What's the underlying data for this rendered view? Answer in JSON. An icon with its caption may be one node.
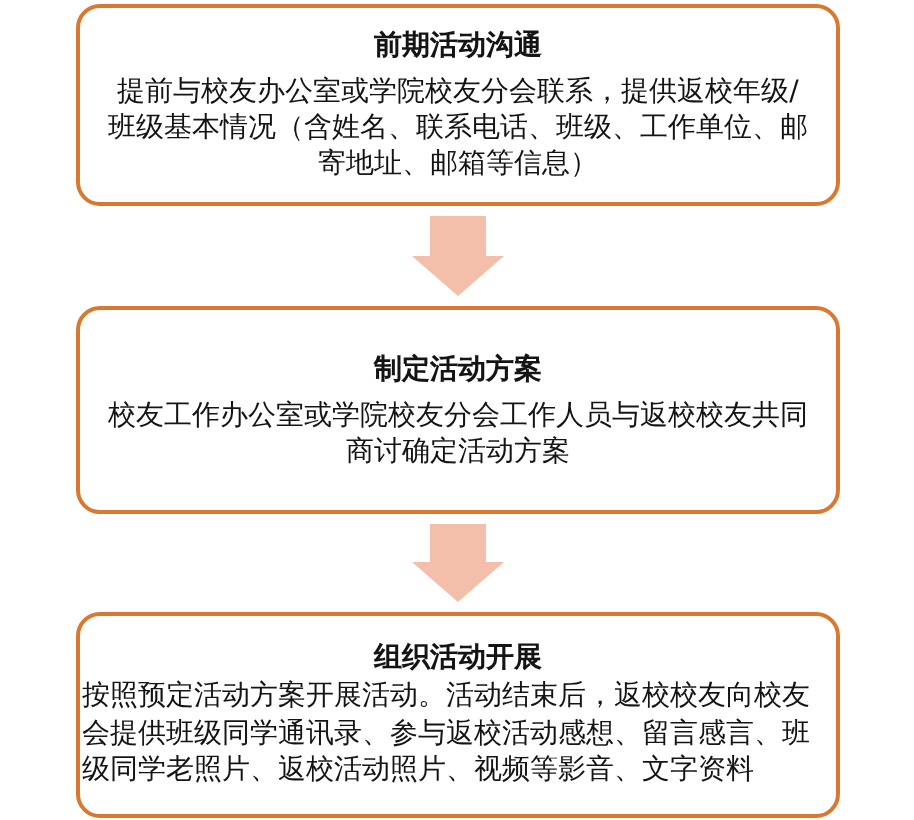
{
  "diagram": {
    "nodes": [
      {
        "text": [
          "前期活动沟通",
          "提前与校友办公室或学院校友分会联系，提供返校年级/班级基本情况（含姓名、联系电话、班级、工作单位、邮寄地址、邮箱等信息）"
        ]
      },
      {
        "text": [
          "制定活动方案",
          "校友工作办公室或学院校友分会工作人员与返校校友共同商讨确定活动方案"
        ]
      },
      {
        "text": [
          "组织活动开展",
          "按照预定活动方案开展活动。活动结束后，返校校友向校友会提供班级同学通讯录、参与返校活动感想、留言感言、班级同学老照片、返校活动照片、视频等影音、文字资料"
        ]
      }
    ],
    "edges": [
      {
        "from": 0,
        "to": 1,
        "arrow": "to"
      },
      {
        "from": 1,
        "to": 2,
        "arrow": "to"
      }
    ]
  }
}
